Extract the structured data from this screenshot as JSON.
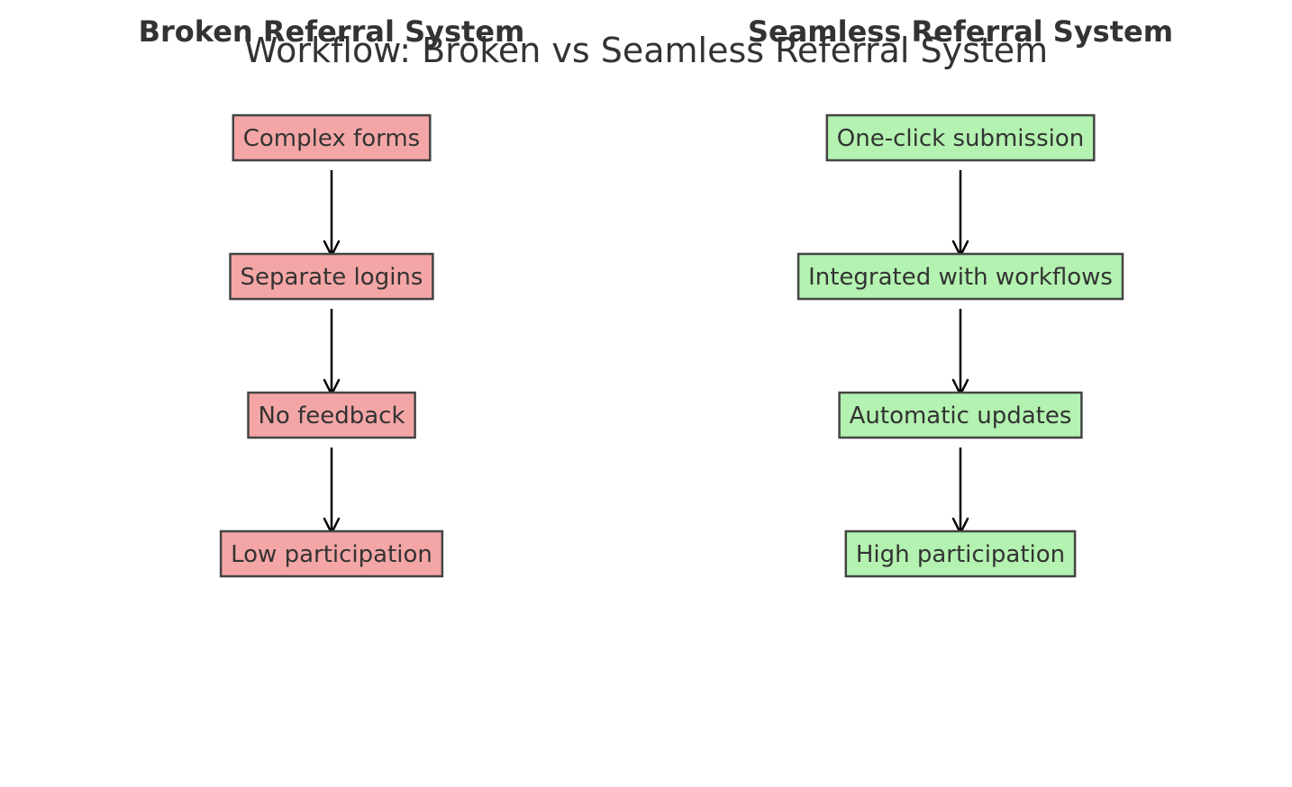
{
  "title": "Workflow: Broken vs Seamless Referral System",
  "columns": [
    {
      "id": "broken",
      "title": "Broken Referral System",
      "fill_color": "#f4a6a6",
      "steps": [
        "Complex forms",
        "Separate logins",
        "No feedback",
        "Low participation"
      ]
    },
    {
      "id": "seamless",
      "title": "Seamless Referral System",
      "fill_color": "#b3f2b0",
      "steps": [
        "One-click submission",
        "Integrated with workflows",
        "Automatic updates",
        "High participation"
      ]
    }
  ],
  "colors": {
    "text": "#333333",
    "border": "#444444",
    "arrow": "#000000",
    "background": "#ffffff"
  }
}
